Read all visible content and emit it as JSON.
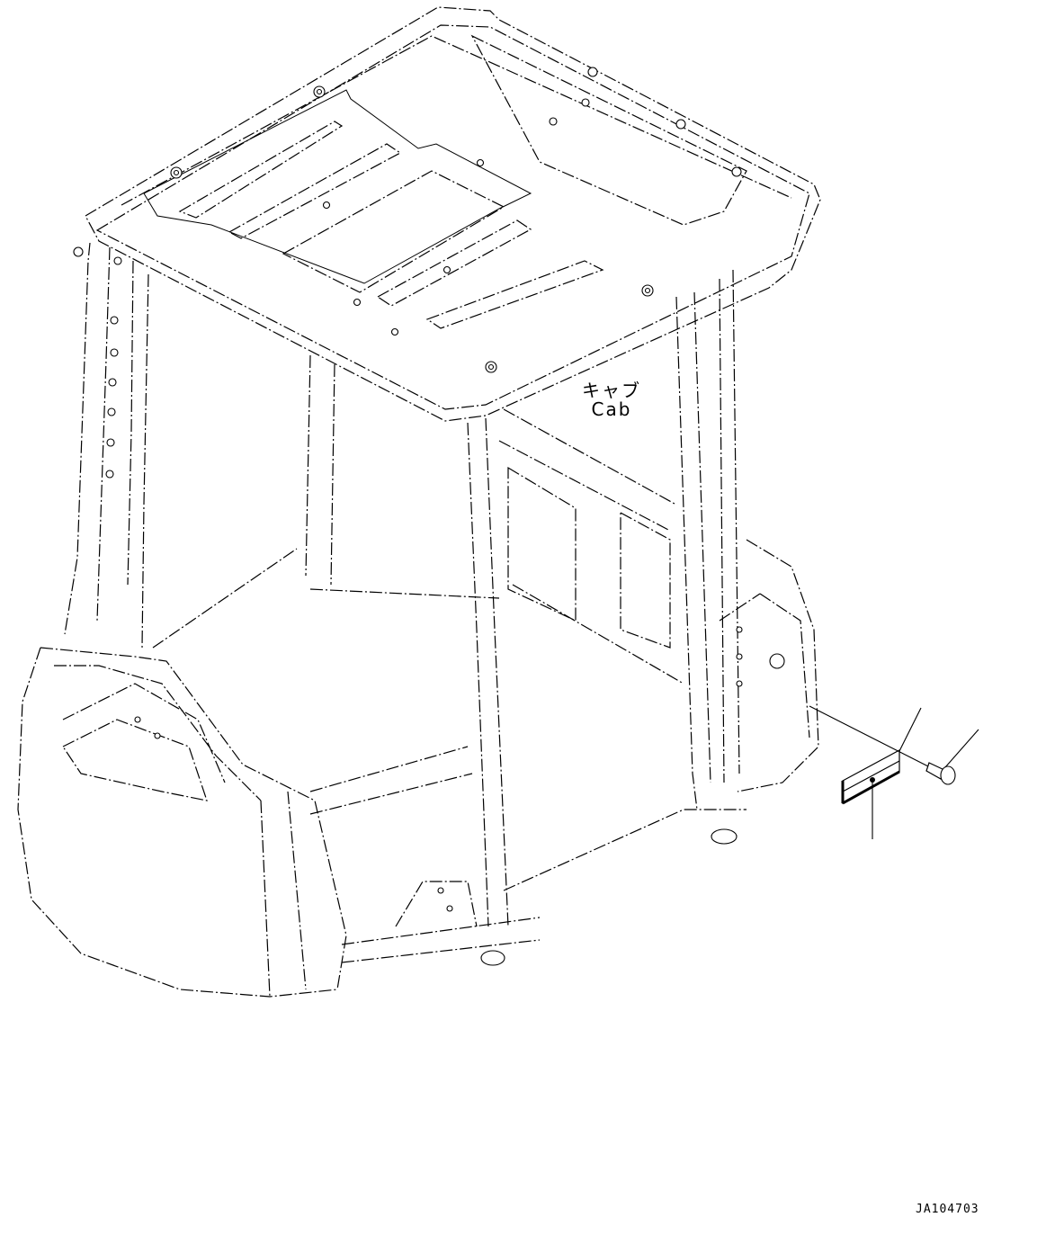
{
  "diagram": {
    "type": "exploded parts illustration",
    "subject": "Operator cab frame",
    "part_label": {
      "japanese": "キャブ",
      "english": "Cab"
    },
    "drawing_id": "JA104703",
    "callouts": [
      {
        "name": "plate",
        "description": "rectangular nameplate attached to rear cab panel",
        "leader_count": 2
      },
      {
        "name": "rivet",
        "description": "rivet fastener for plate",
        "leader_count": 1
      }
    ],
    "colors": {
      "line": "#000000",
      "background": "#ffffff"
    }
  }
}
